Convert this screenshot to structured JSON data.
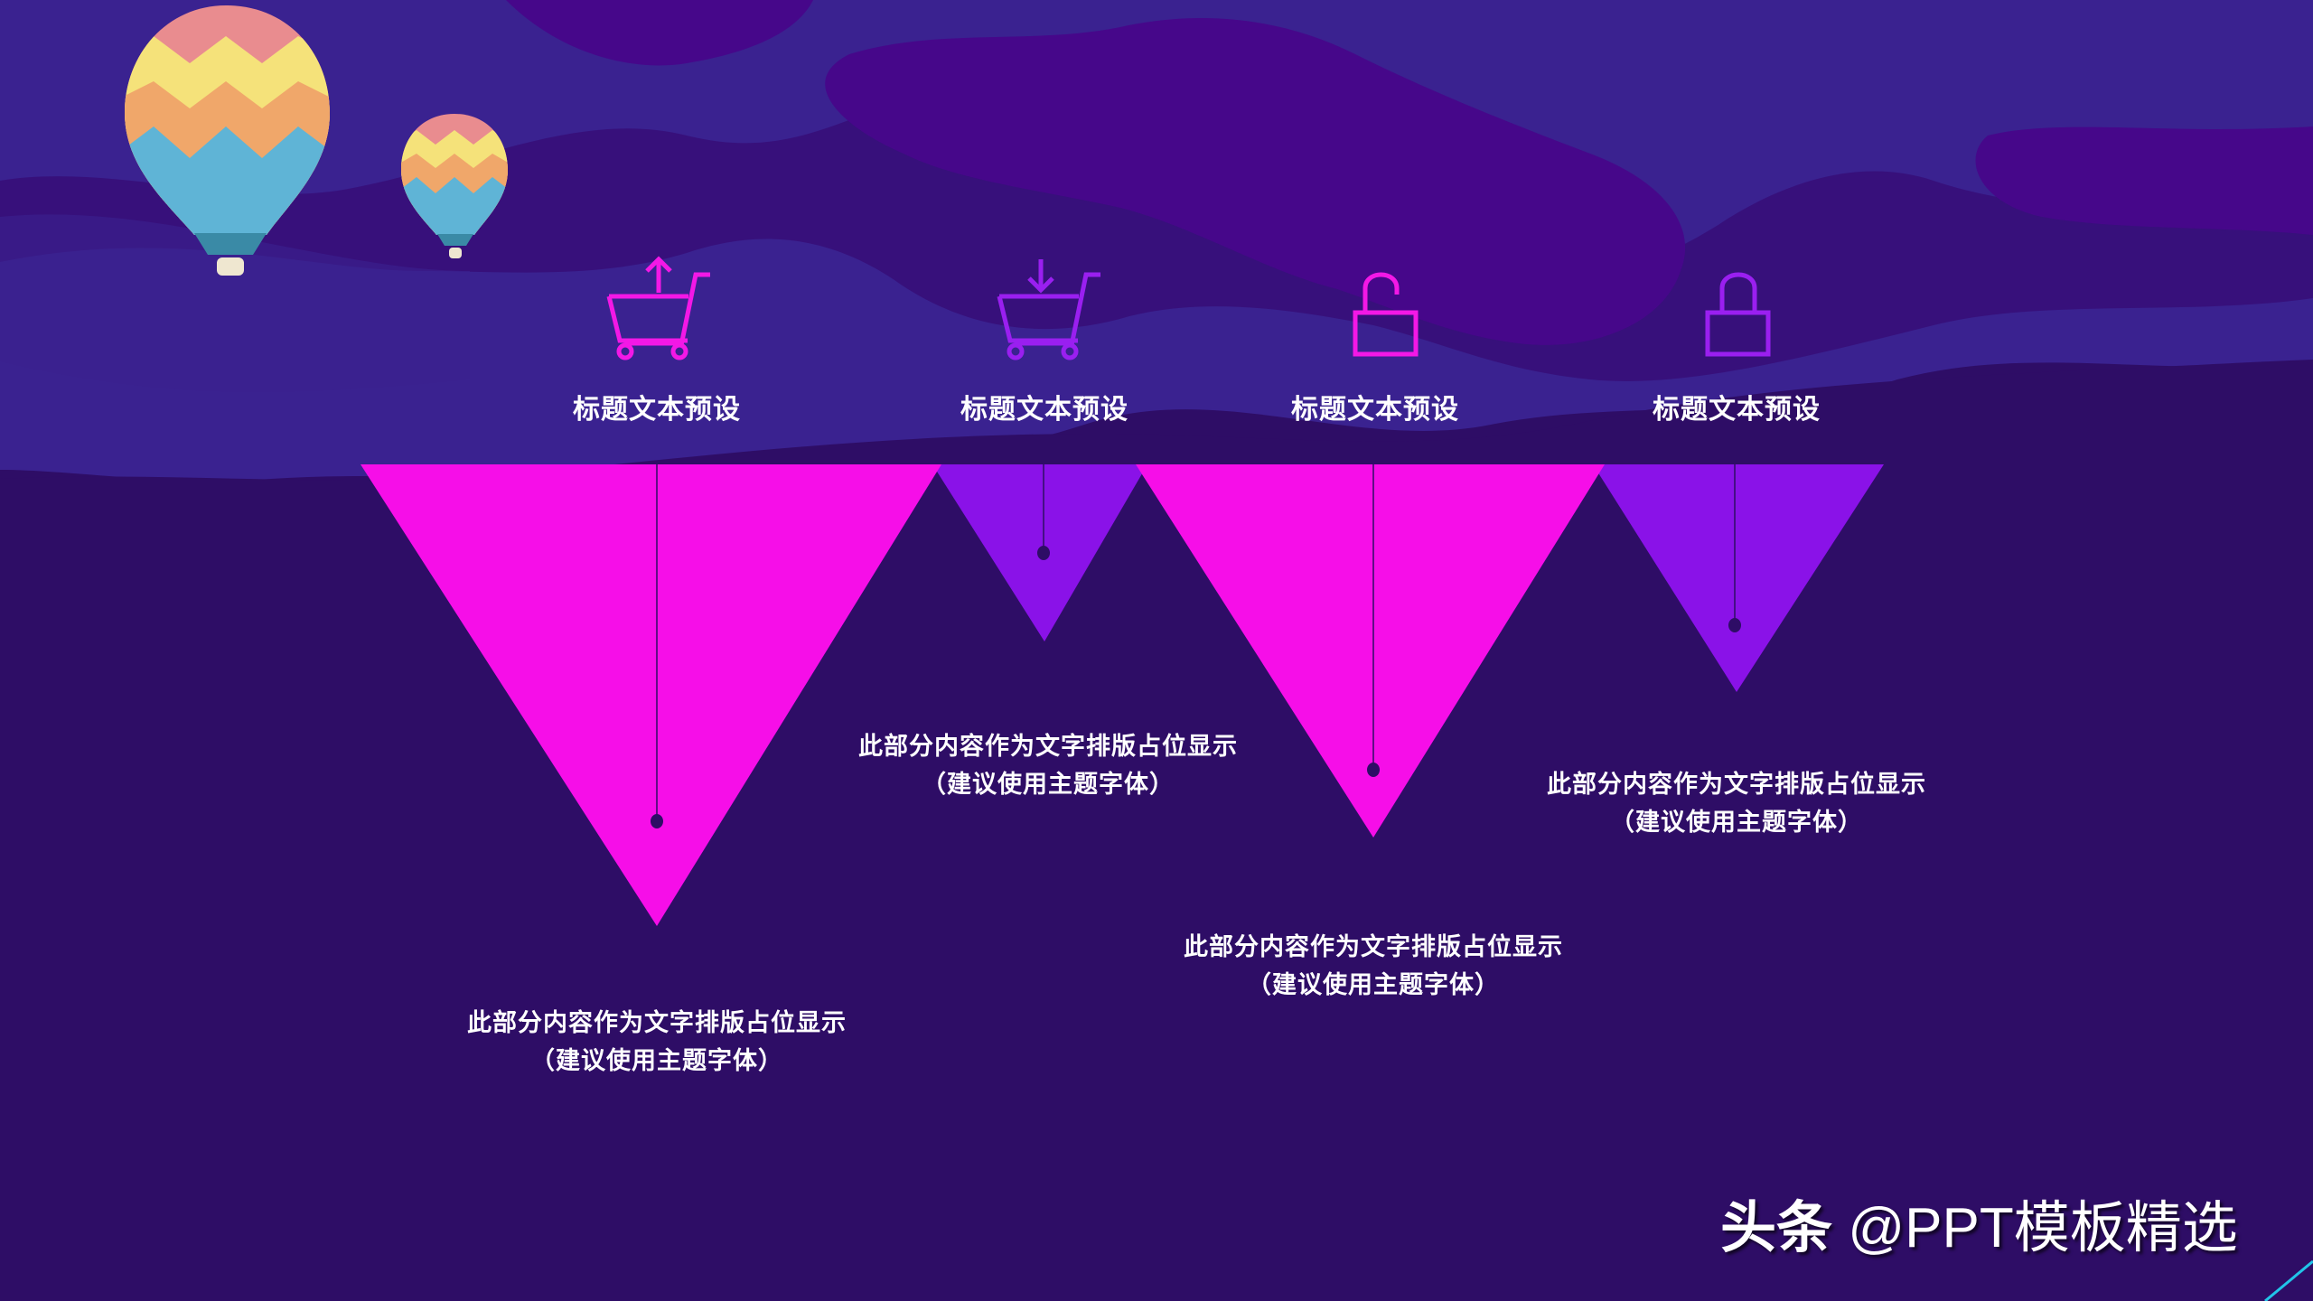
{
  "slide": {
    "background": {
      "base": "#2e0d66",
      "cloud_light": "#3a2290",
      "cloud_mid": "#37107a",
      "cloud_vivid": "#46078a",
      "accent_line": "#21c4e8"
    },
    "colors": {
      "magenta": "#f60ee8",
      "violet": "#8a12e8",
      "icon_magenta": "#f318e6",
      "icon_violet": "#9a1ff0"
    },
    "steps": [
      {
        "icon": "cart-upload-icon",
        "title": "标题文本预设",
        "desc_line1": "此部分内容作为文字排版占位显示",
        "desc_line2": "（建议使用主题字体）"
      },
      {
        "icon": "cart-download-icon",
        "title": "标题文本预设",
        "desc_line1": "此部分内容作为文字排版占位显示",
        "desc_line2": "（建议使用主题字体）"
      },
      {
        "icon": "unlocked-padlock-icon",
        "title": "标题文本预设",
        "desc_line1": "此部分内容作为文字排版占位显示",
        "desc_line2": "（建议使用主题字体）"
      },
      {
        "icon": "locked-padlock-icon",
        "title": "标题文本预设",
        "desc_line1": "此部分内容作为文字排版占位显示",
        "desc_line2": "（建议使用主题字体）"
      }
    ],
    "watermark": {
      "brand": "头条",
      "handle": " @PPT模板精选"
    }
  }
}
